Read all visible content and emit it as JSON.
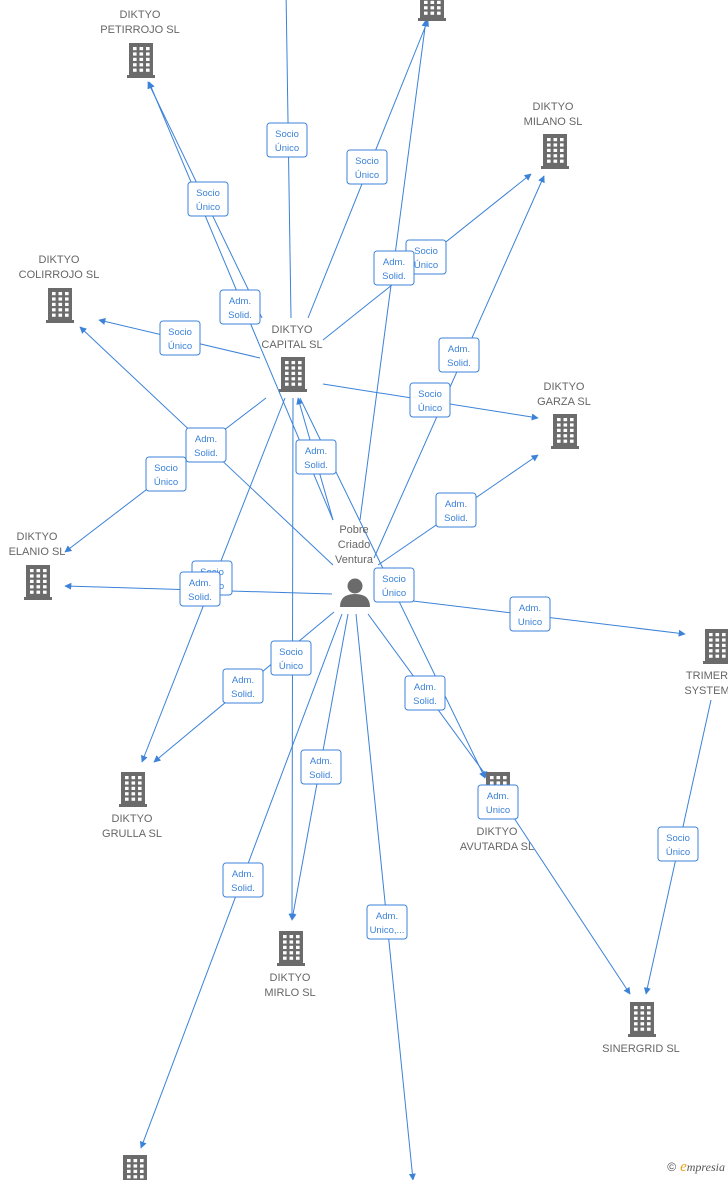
{
  "nodes": [
    {
      "id": "petirrojo",
      "kind": "company",
      "label": [
        "DIKTYO",
        "PETIRROJO  SL"
      ]
    },
    {
      "id": "top",
      "kind": "company",
      "label": []
    },
    {
      "id": "milano",
      "kind": "company",
      "label": [
        "DIKTYO",
        "MILANO  SL"
      ]
    },
    {
      "id": "colirrojo",
      "kind": "company",
      "label": [
        "DIKTYO",
        "COLIRROJO  SL"
      ]
    },
    {
      "id": "capital",
      "kind": "company",
      "label": [
        "DIKTYO",
        "CAPITAL  SL"
      ]
    },
    {
      "id": "garza",
      "kind": "company",
      "label": [
        "DIKTYO",
        "GARZA  SL"
      ]
    },
    {
      "id": "elanio",
      "kind": "company",
      "label": [
        "DIKTYO",
        "ELANIO  SL"
      ]
    },
    {
      "id": "person",
      "kind": "person",
      "label": [
        "Pobre",
        "Criado",
        "Ventura"
      ]
    },
    {
      "id": "trimer",
      "kind": "company",
      "label": [
        "TRIMER",
        "SYSTEM"
      ]
    },
    {
      "id": "grulla",
      "kind": "company",
      "label": [
        "DIKTYO",
        "GRULLA  SL"
      ]
    },
    {
      "id": "avutarda",
      "kind": "company",
      "label": [
        "DIKTYO",
        "AVUTARDA  SL"
      ]
    },
    {
      "id": "mirlo",
      "kind": "company",
      "label": [
        "DIKTYO",
        "MIRLO  SL"
      ]
    },
    {
      "id": "sinergrid",
      "kind": "company",
      "label": [
        "SINERGRID  SL"
      ]
    },
    {
      "id": "bottom",
      "kind": "company",
      "label": []
    }
  ],
  "edges": [
    {
      "from": "capital",
      "to": "petirrojo",
      "label": [
        "Socio",
        "Único"
      ]
    },
    {
      "from": "capital",
      "to": "top",
      "label": [
        "Socio",
        "Único"
      ]
    },
    {
      "from": "capital",
      "to": "top",
      "label": [
        "Socio",
        "Único"
      ]
    },
    {
      "from": "capital",
      "to": "milano",
      "label": [
        "Socio",
        "Único"
      ]
    },
    {
      "from": "capital",
      "to": "colirrojo",
      "label": [
        "Socio",
        "Único"
      ]
    },
    {
      "from": "capital",
      "to": "garza",
      "label": [
        "Socio",
        "Único"
      ]
    },
    {
      "from": "capital",
      "to": "elanio",
      "label": [
        "Socio",
        "Único"
      ]
    },
    {
      "from": "capital",
      "to": "grulla",
      "label": [
        "Socio",
        "Único"
      ]
    },
    {
      "from": "capital",
      "to": "mirlo",
      "label": [
        "Socio",
        "Único"
      ]
    },
    {
      "from": "capital",
      "to": "avutarda",
      "label": [
        "Socio",
        "Único"
      ]
    },
    {
      "from": "person",
      "to": "top",
      "label": [
        "Adm.",
        "Solid."
      ]
    },
    {
      "from": "person",
      "to": "petirrojo",
      "label": [
        "Adm.",
        "Solid."
      ]
    },
    {
      "from": "person",
      "to": "milano",
      "label": [
        "Adm.",
        "Solid."
      ]
    },
    {
      "from": "person",
      "to": "colirrojo",
      "label": [
        "Adm.",
        "Solid."
      ]
    },
    {
      "from": "person",
      "to": "capital",
      "label": [
        "Adm.",
        "Solid."
      ]
    },
    {
      "from": "person",
      "to": "garza",
      "label": [
        "Adm.",
        "Solid."
      ]
    },
    {
      "from": "person",
      "to": "elanio",
      "label": [
        "Adm.",
        "Solid."
      ]
    },
    {
      "from": "person",
      "to": "trimer",
      "label": [
        "Adm.",
        "Unico"
      ]
    },
    {
      "from": "person",
      "to": "grulla",
      "label": [
        "Adm.",
        "Solid."
      ]
    },
    {
      "from": "person",
      "to": "avutarda",
      "label": [
        "Adm.",
        "Solid."
      ]
    },
    {
      "from": "person",
      "to": "mirlo",
      "label": [
        "Adm.",
        "Solid."
      ]
    },
    {
      "from": "person",
      "to": "bottom",
      "label": [
        "Adm.",
        "Solid."
      ]
    },
    {
      "from": "person",
      "to": "bottom",
      "label": [
        "Adm.",
        "Unico,..."
      ]
    },
    {
      "from": "avutarda",
      "to": "sinergrid",
      "label": [
        "Adm.",
        "Unico"
      ]
    },
    {
      "from": "trimer",
      "to": "sinergrid",
      "label": [
        "Socio",
        "Único"
      ]
    }
  ],
  "brand": {
    "copyright": "©",
    "name_first": "e",
    "name_rest": "mpresia"
  }
}
